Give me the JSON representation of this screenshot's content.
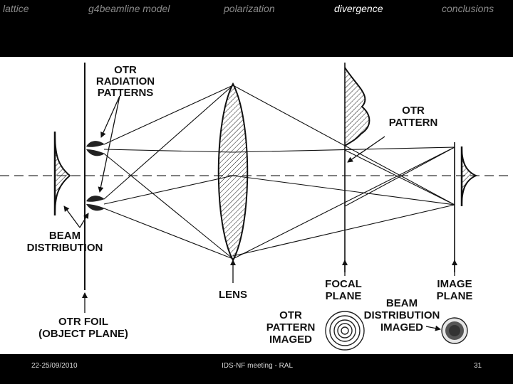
{
  "nav": {
    "items": [
      {
        "label": "lattice"
      },
      {
        "label": "g4beamline model"
      },
      {
        "label": "polarization"
      },
      {
        "label": "divergence",
        "active": true
      },
      {
        "label": "conclusions"
      }
    ]
  },
  "diagram": {
    "labels": {
      "otr_radiation_patterns": [
        "OTR",
        "RADIATION",
        "PATTERNS"
      ],
      "otr_pattern": [
        "OTR",
        "PATTERN"
      ],
      "beam_distribution": [
        "BEAM",
        "DISTRIBUTION"
      ],
      "lens": "LENS",
      "focal_plane": [
        "FOCAL",
        "PLANE"
      ],
      "image_plane": [
        "IMAGE",
        "PLANE"
      ],
      "otr_foil": [
        "OTR FOIL",
        "(OBJECT PLANE)"
      ],
      "otr_pattern_imaged": [
        "OTR",
        "PATTERN",
        "IMAGED"
      ],
      "beam_distribution_imaged": [
        "BEAM",
        "DISTRIBUTION",
        "IMAGED"
      ]
    }
  },
  "footer": {
    "date": "22-25/09/2010",
    "meeting": "IDS-NF meeting - RAL",
    "page": "31"
  }
}
